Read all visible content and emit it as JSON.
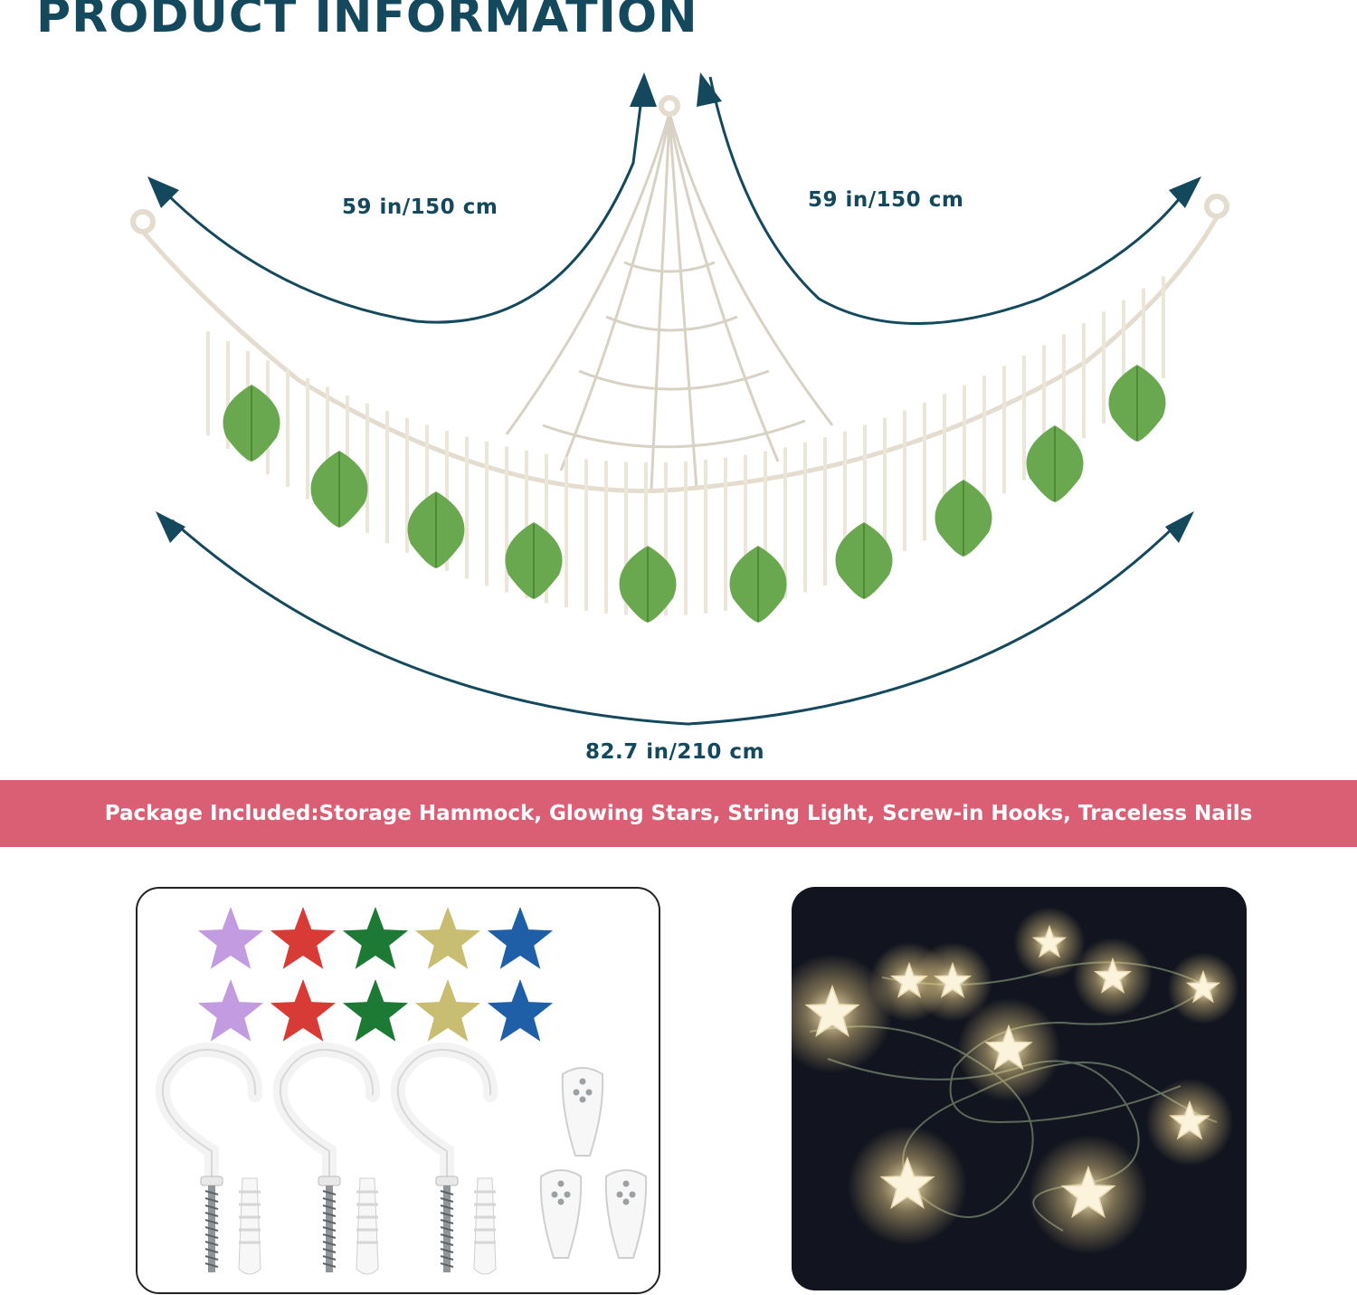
{
  "header": {
    "title": "PRODUCT INFORMATION"
  },
  "dimensions": {
    "left_arm": "59 in/150 cm",
    "right_arm": "59 in/150 cm",
    "bottom_width": "82.7 in/210 cm"
  },
  "banner": {
    "text": "Package Included:Storage Hammock, Glowing Stars, String Light, Screw-in Hooks, Traceless Nails"
  },
  "colors": {
    "title": "#14485d",
    "arrow": "#14485d",
    "banner": "#db5f74",
    "leaf": "#6aa84f",
    "macrame": "#ece6d8"
  },
  "accessories": {
    "star_colors": [
      "#c39be0",
      "#d83a36",
      "#1c7a35",
      "#c9bd72",
      "#1f5fa8"
    ],
    "star_rows": 2,
    "hook_count": 3,
    "anchor_count": 3,
    "nail_count": 3
  },
  "icons": [
    "arrow-icon",
    "star-sticker-icon",
    "screw-hook-icon",
    "wall-anchor-icon",
    "traceless-nail-icon",
    "string-light-star-icon"
  ]
}
